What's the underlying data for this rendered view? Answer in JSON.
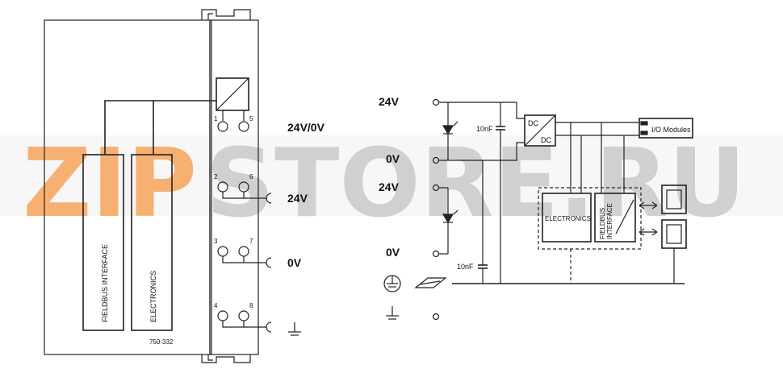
{
  "watermark": {
    "text_orange": "ZIP",
    "text_gray": "STORE.RU",
    "color_orange": "#f5a45a",
    "color_gray": "#c8c8c8"
  },
  "module": {
    "block_fieldbus": "FIELDBUS INTERFACE",
    "block_electronics": "ELECTRONICS",
    "part_number": "750-332",
    "terminals": {
      "t1": "1",
      "t5": "5",
      "t2": "2",
      "t6": "6",
      "t3": "3",
      "t7": "7",
      "t4": "4",
      "t8": "8"
    },
    "pin_labels": {
      "supply": "24V/0V",
      "p24": "24V",
      "p0": "0V"
    }
  },
  "schematic": {
    "labels": {
      "v24_top": "24V",
      "v0_top": "0V",
      "v24_bottom": "24V",
      "v0_bottom": "0V"
    },
    "cap_top": "10nF",
    "cap_bottom": "10nF",
    "dcdc_top": "DC",
    "dcdc_bottom": "DC",
    "io_modules": "I/O Modules",
    "electronics": "ELECTRONICS",
    "fieldbus_line1": "FIELDBUS",
    "fieldbus_line2": "INTERFACE"
  }
}
